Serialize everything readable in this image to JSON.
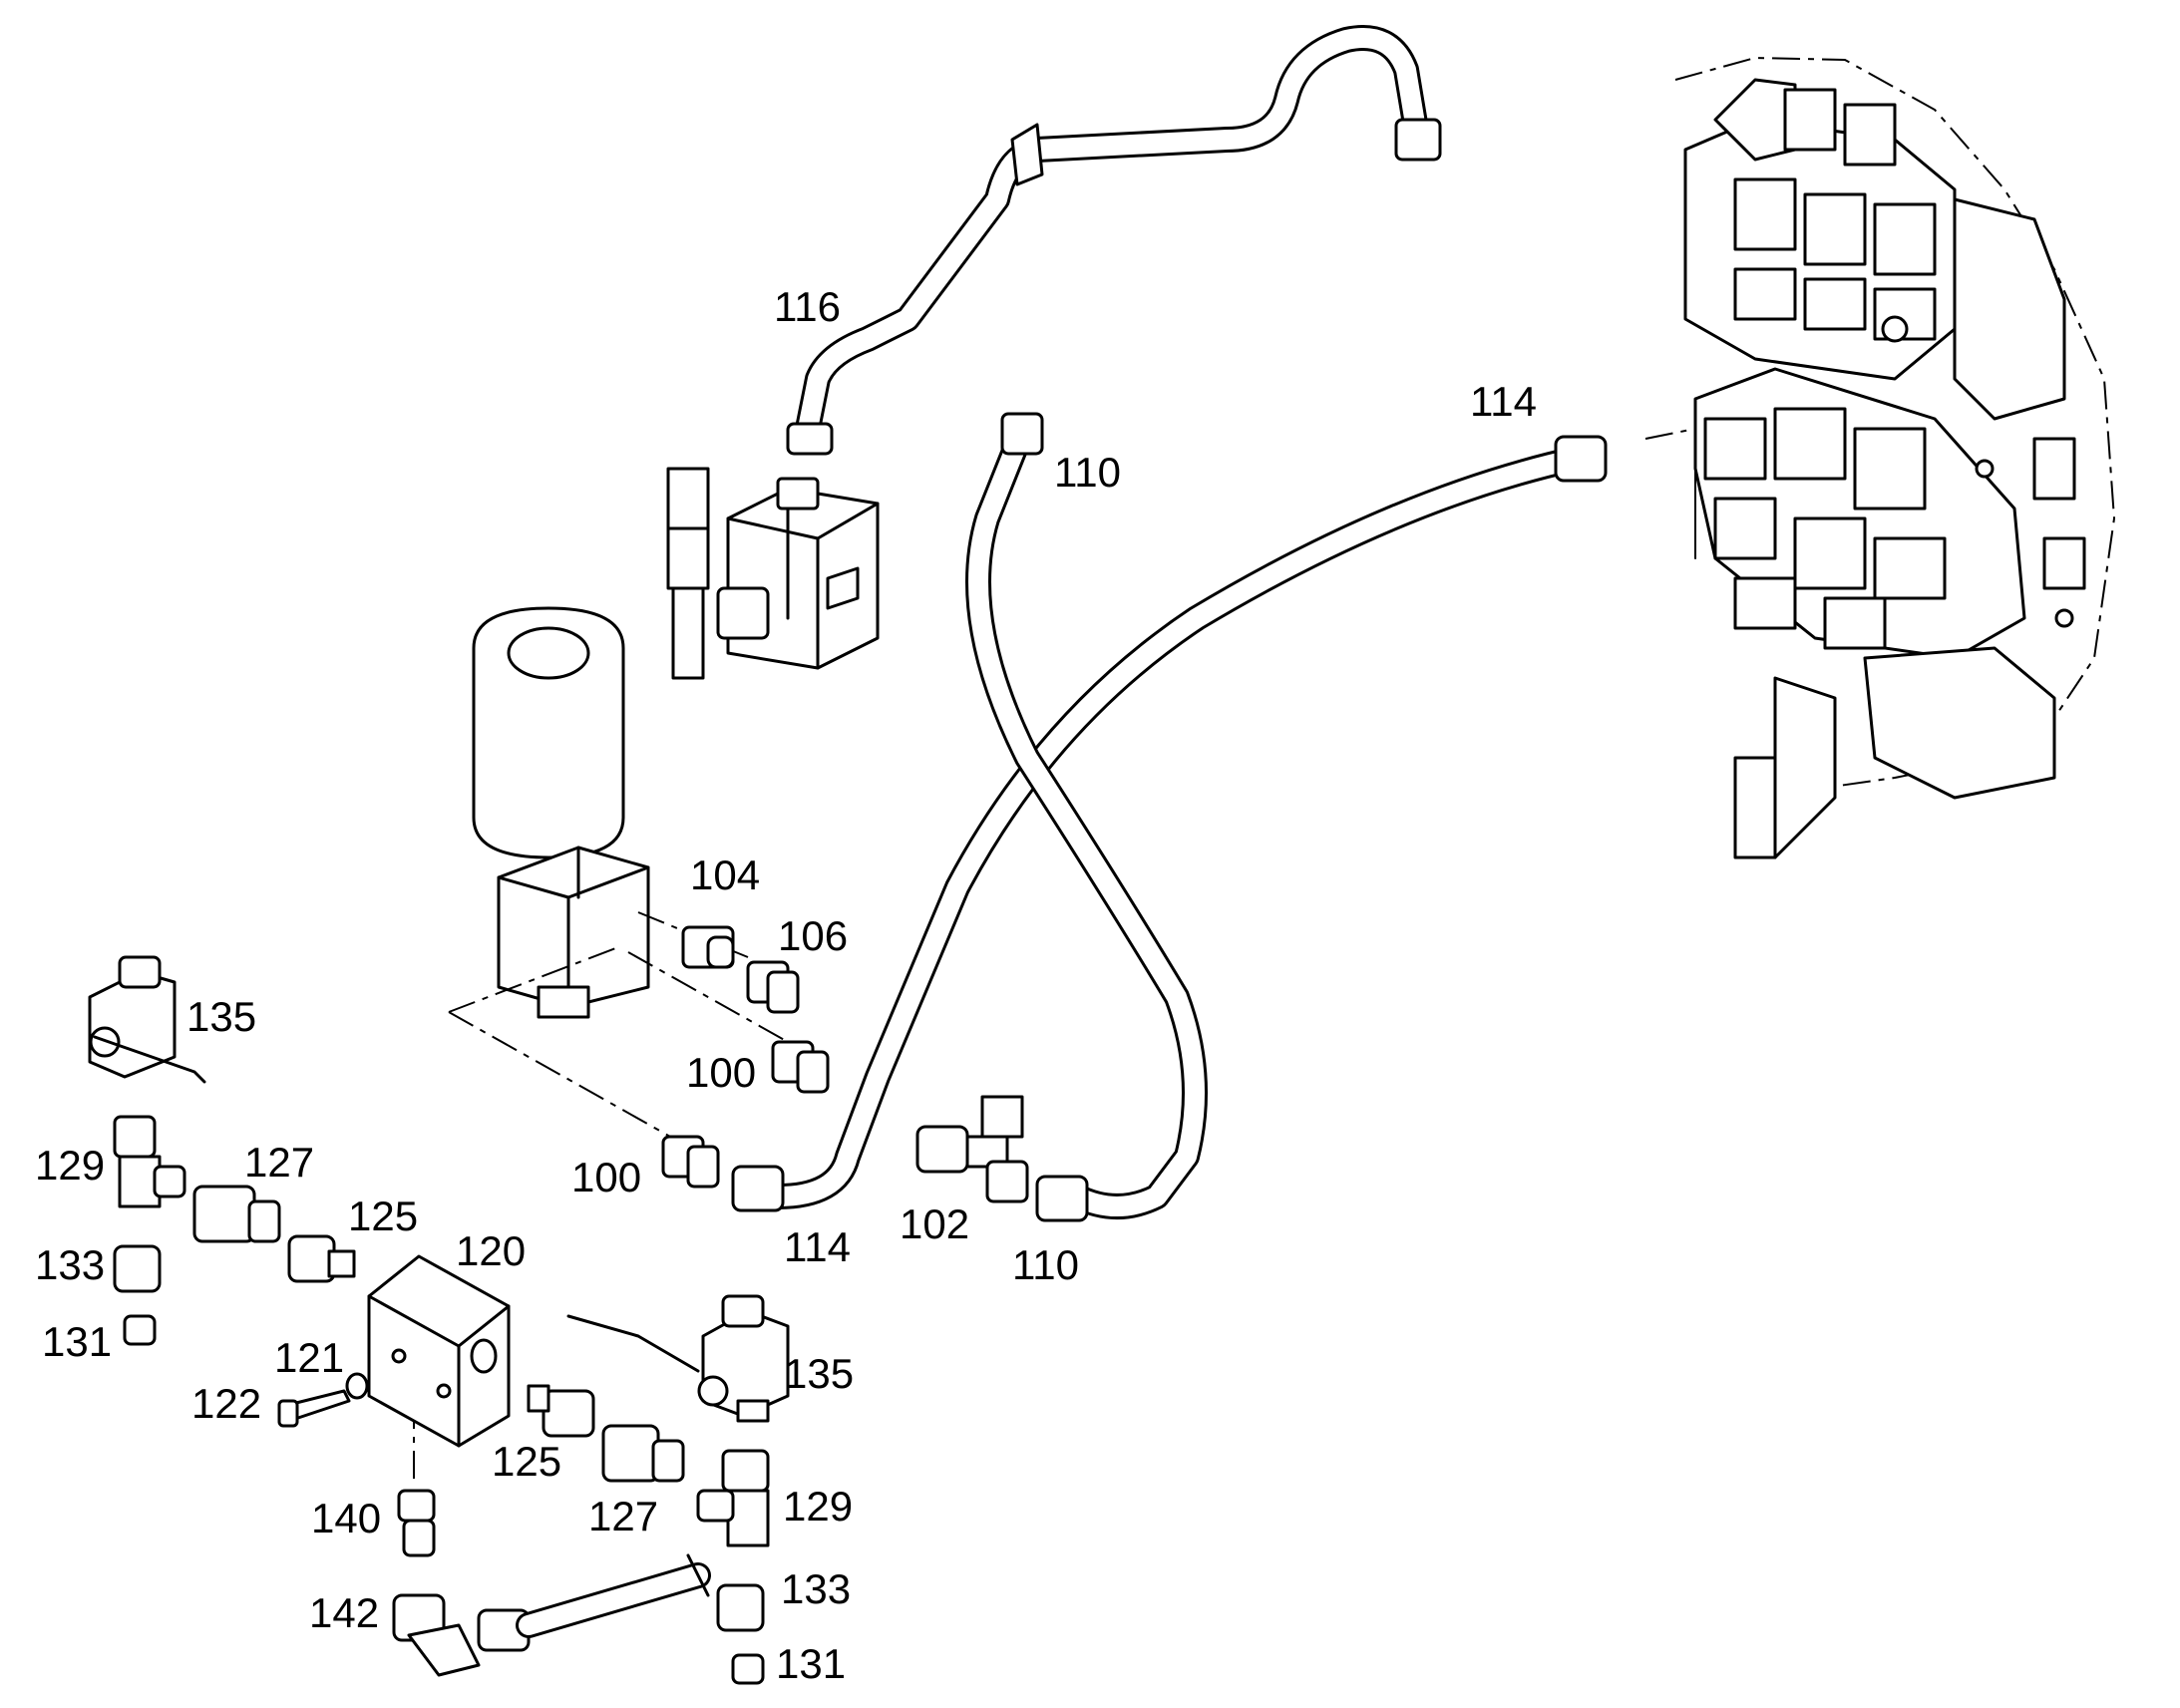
{
  "labels": {
    "l116": "116",
    "l114_top": "114",
    "l110_top": "110",
    "l104": "104",
    "l106": "106",
    "l100_a": "100",
    "l100_b": "100",
    "l114_bottom": "114",
    "l102": "102",
    "l110_bottom": "110",
    "l135_left": "135",
    "l129_left": "129",
    "l127_left": "127",
    "l125_top": "125",
    "l120": "120",
    "l133_left": "133",
    "l131_left": "131",
    "l121": "121",
    "l122": "122",
    "l135_right": "135",
    "l125_bottom": "125",
    "l127_bottom": "127",
    "l129_right": "129",
    "l140": "140",
    "l133_right": "133",
    "l142": "142",
    "l131_right": "131"
  }
}
